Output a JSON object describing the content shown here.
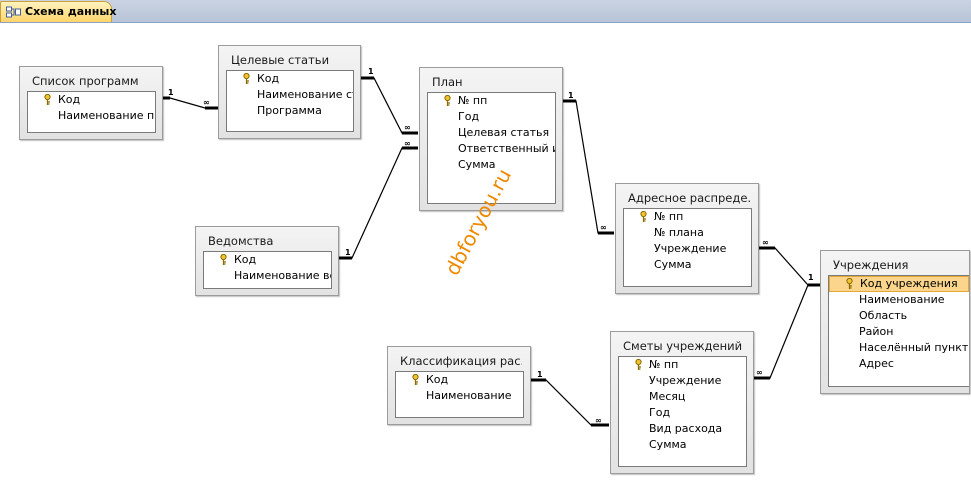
{
  "tab": {
    "label": "Схема данных"
  },
  "watermark": "dbforyou.ru",
  "tables": {
    "spisok": {
      "title": "Список программ",
      "fields": [
        "Код",
        "Наименование пр"
      ]
    },
    "tselevye": {
      "title": "Целевые статьи",
      "fields": [
        "Код",
        "Наименование ста",
        "Программа"
      ]
    },
    "plan": {
      "title": "План",
      "fields": [
        "№ пп",
        "Год",
        "Целевая статья",
        "Ответственный ис",
        "Сумма"
      ]
    },
    "vedomstva": {
      "title": "Ведомства",
      "fields": [
        "Код",
        "Наименование вед"
      ]
    },
    "adresnoe": {
      "title": "Адресное распреде...",
      "fields": [
        "№ пп",
        "№ плана",
        "Учреждение",
        "Сумма"
      ]
    },
    "uchrezh": {
      "title": "Учреждения",
      "fields": [
        "Код учреждения",
        "Наименование",
        "Область",
        "Район",
        "Населённый пункт",
        "Адрес"
      ]
    },
    "klass": {
      "title": "Классификация рас...",
      "fields": [
        "Код",
        "Наименование"
      ]
    },
    "smety": {
      "title": "Сметы учреждений",
      "fields": [
        "№ пп",
        "Учреждение",
        "Месяц",
        "Год",
        "Вид расхода",
        "Сумма"
      ]
    }
  },
  "relationships": [
    {
      "from": "Список программ.Код",
      "to": "Целевые статьи.Программа",
      "one": "1",
      "many": "∞"
    },
    {
      "from": "Целевые статьи.Код",
      "to": "План.Целевая статья",
      "one": "1",
      "many": "∞"
    },
    {
      "from": "Ведомства.Код",
      "to": "План.Ответственный ис",
      "one": "1",
      "many": "∞"
    },
    {
      "from": "План.№ пп",
      "to": "Адресное распреде....№ плана",
      "one": "1",
      "many": "∞"
    },
    {
      "from": "Учреждения.Код учреждения",
      "to": "Адресное распреде....Учреждение",
      "one": "1",
      "many": "∞"
    },
    {
      "from": "Учреждения.Код учреждения",
      "to": "Сметы учреждений.Учреждение",
      "one": "1",
      "many": "∞"
    },
    {
      "from": "Классификация рас....Код",
      "to": "Сметы учреждений.Вид расхода",
      "one": "1",
      "many": "∞"
    }
  ],
  "icons": {
    "key": "key-icon",
    "tab": "relationships-icon"
  }
}
